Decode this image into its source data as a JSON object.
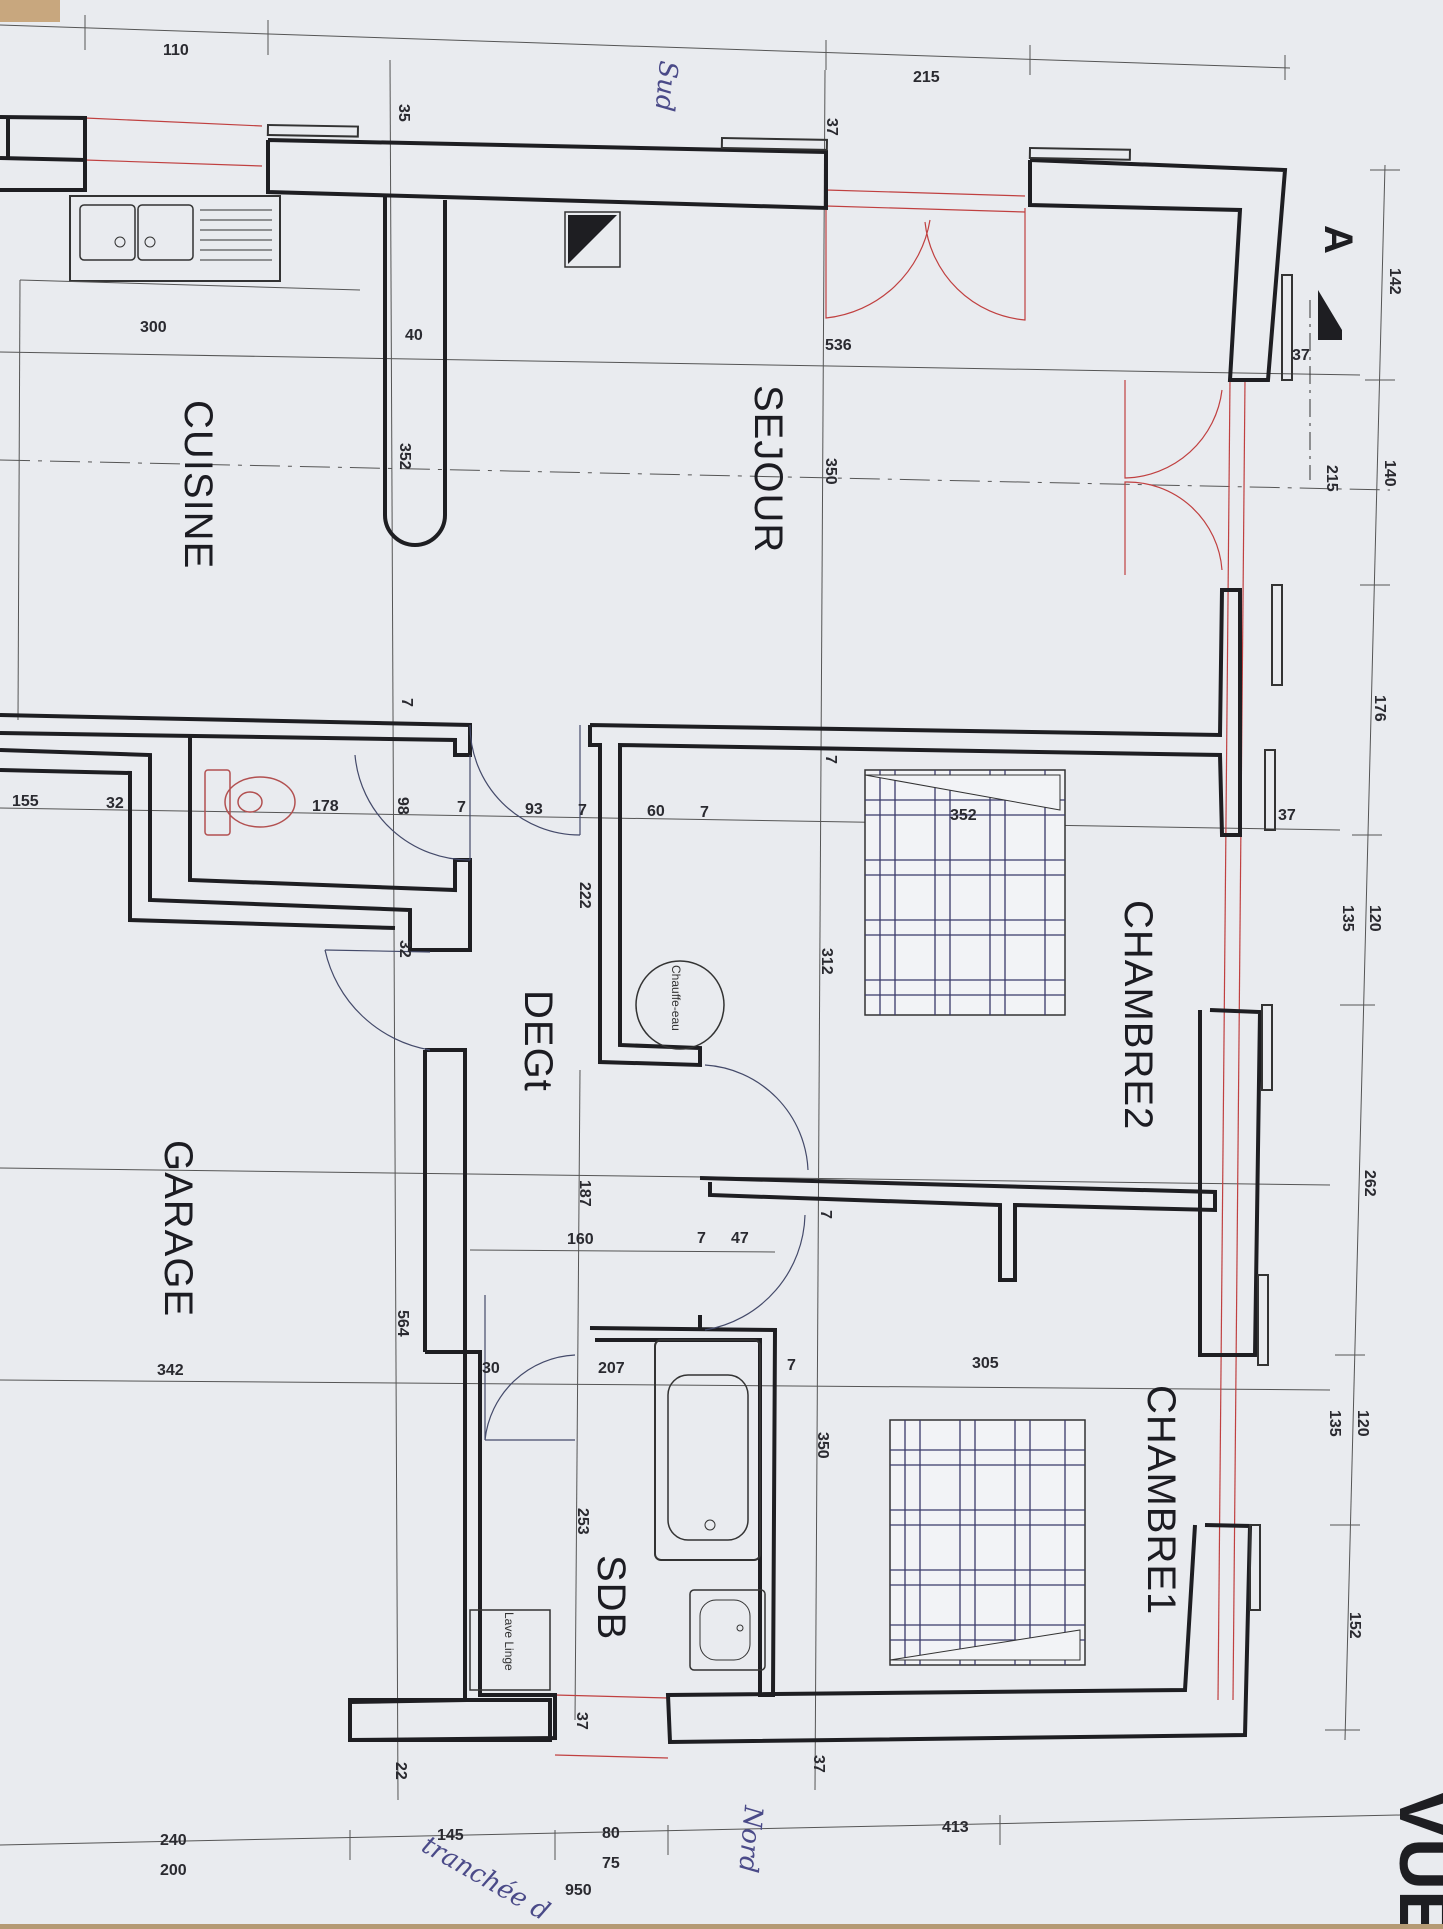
{
  "rooms": {
    "sejour": "SEJOUR",
    "cuisine": "CUISINE",
    "chambre2": "CHAMBRE2",
    "chambre1": "CHAMBRE1",
    "degt": "DEGt",
    "garage": "GARAGE",
    "sdb": "SDB"
  },
  "fixtures": {
    "water_heater": "Chauffe-eau",
    "washing_machine": "Lave Linge"
  },
  "section_marker": "A",
  "title_fragment": "VUE",
  "handwriting": {
    "sud": "Sud",
    "nord": "Nord",
    "tranchee": "tranchée d"
  },
  "dimensions": {
    "top_left": "110",
    "top_mid": "215",
    "wall_35": "35",
    "wall_37_top": "37",
    "right_142": "142",
    "right_37_a": "37",
    "right_140": "140",
    "right_215": "215",
    "right_176": "176",
    "right_37_b": "37",
    "right_120_a": "120",
    "right_135_a": "135",
    "right_262": "262",
    "right_120_b": "120",
    "right_135_b": "135",
    "right_152": "152",
    "d300": "300",
    "d40": "40",
    "d536": "536",
    "d352_v": "352",
    "d350_sejour": "350",
    "d7_a": "7",
    "d7_b": "7",
    "d155": "155",
    "d32_a": "32",
    "d178": "178",
    "d98": "98",
    "d7_c": "7",
    "d93": "93",
    "d7_d": "7",
    "d60": "60",
    "d7_e": "7",
    "d352_h": "352",
    "d222": "222",
    "d312": "312",
    "d32_b": "32",
    "d187": "187",
    "d160": "160",
    "d7_f": "7",
    "d47": "47",
    "d7_g": "7",
    "d564": "564",
    "d342": "342",
    "d30": "30",
    "d207": "207",
    "d7_h": "7",
    "d305": "305",
    "d350_ch1": "350",
    "d253": "253",
    "d37_sdb": "37",
    "d22": "22",
    "d37_bottom": "37",
    "d240": "240",
    "d200": "200",
    "d145": "145",
    "d80": "80",
    "d75": "75",
    "d950": "950",
    "d413": "413"
  },
  "colors": {
    "paper": "#eceef2",
    "wall": "#1e1e22",
    "red_lines": "#c04040",
    "background": "#b59a74"
  }
}
